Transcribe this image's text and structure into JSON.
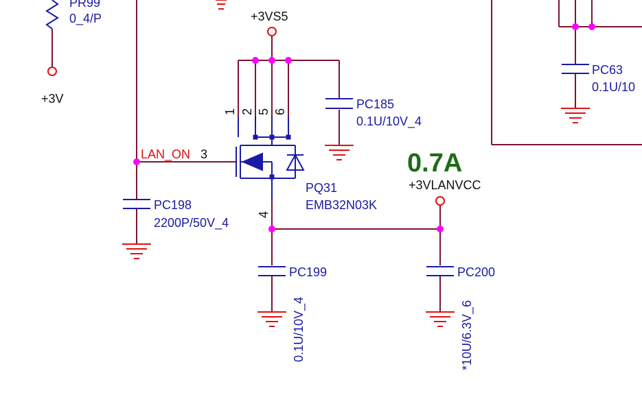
{
  "colors": {
    "wire": "#7b1530",
    "component": "#1a1aa6",
    "ground": "#e01010",
    "junction": "#ff00ff",
    "net_label": "#e01010",
    "power_port": "#e01010",
    "current_annotation": "#1f6b18"
  },
  "power_nets": {
    "vs5": "+3VS5",
    "v3": "+3V",
    "lanvcc": "+3VLANVCC"
  },
  "net_labels": {
    "lan_on": "LAN_ON"
  },
  "annotation": {
    "current": "0.7A"
  },
  "components": {
    "pr99": {
      "ref": "PR99",
      "value": "0_4/P"
    },
    "pc63": {
      "ref": "PC63",
      "value": "0.1U/10"
    },
    "pc185": {
      "ref": "PC185",
      "value": "0.1U/10V_4"
    },
    "pc198": {
      "ref": "PC198",
      "value": "2200P/50V_4"
    },
    "pc199": {
      "ref": "PC199",
      "value": "0.1U/10V_4"
    },
    "pc200": {
      "ref": "PC200",
      "value": "*10U/6.3V_6"
    },
    "pq31": {
      "ref": "PQ31",
      "value": "EMB32N03K",
      "pins": {
        "gate": "3",
        "p1": "1",
        "p2": "2",
        "p5": "5",
        "p6": "6",
        "drain": "4"
      }
    }
  }
}
